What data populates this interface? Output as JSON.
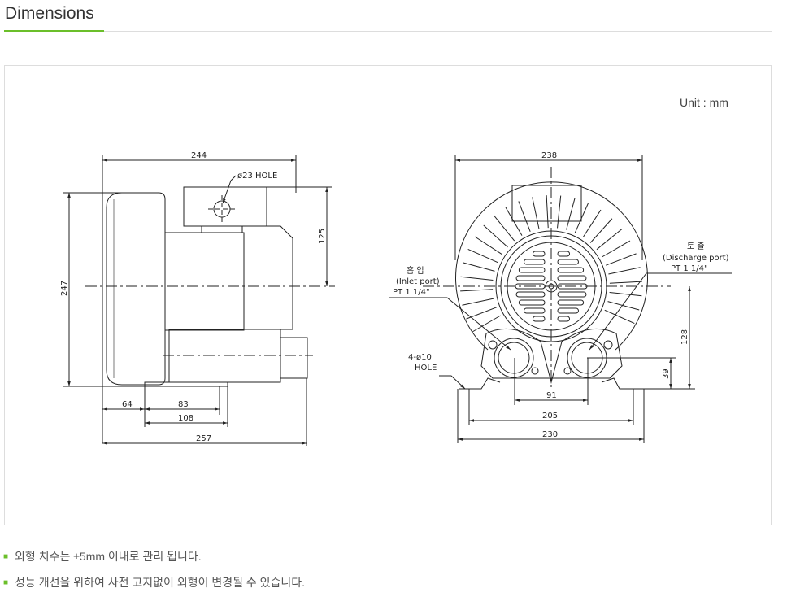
{
  "section": {
    "title": "Dimensions"
  },
  "drawing": {
    "unit_label": "Unit : mm",
    "side_view": {
      "width_top": "244",
      "height": "247",
      "box_height": "125",
      "hole_label": "ø23 HOLE",
      "dim_64": "64",
      "dim_83": "83",
      "dim_108": "108",
      "dim_257": "257"
    },
    "front_view": {
      "width_top": "238",
      "inlet_kr": "흡 입",
      "inlet_en": "(Inlet port)",
      "inlet_size": "PT 1 1/4\"",
      "discharge_kr": "토 출",
      "discharge_en": "(Discharge port)",
      "discharge_size": "PT 1 1/4\"",
      "mount_hole_1": "4-ø10",
      "mount_hole_2": "HOLE",
      "dim_128": "128",
      "dim_39": "39",
      "dim_91": "91",
      "dim_205": "205",
      "dim_230": "230"
    }
  },
  "notes": [
    "외형 치수는 ±5mm 이내로 관리 됩니다.",
    "성능 개선을 위하여 사전 고지없이 외형이 변경될 수 있습니다."
  ]
}
